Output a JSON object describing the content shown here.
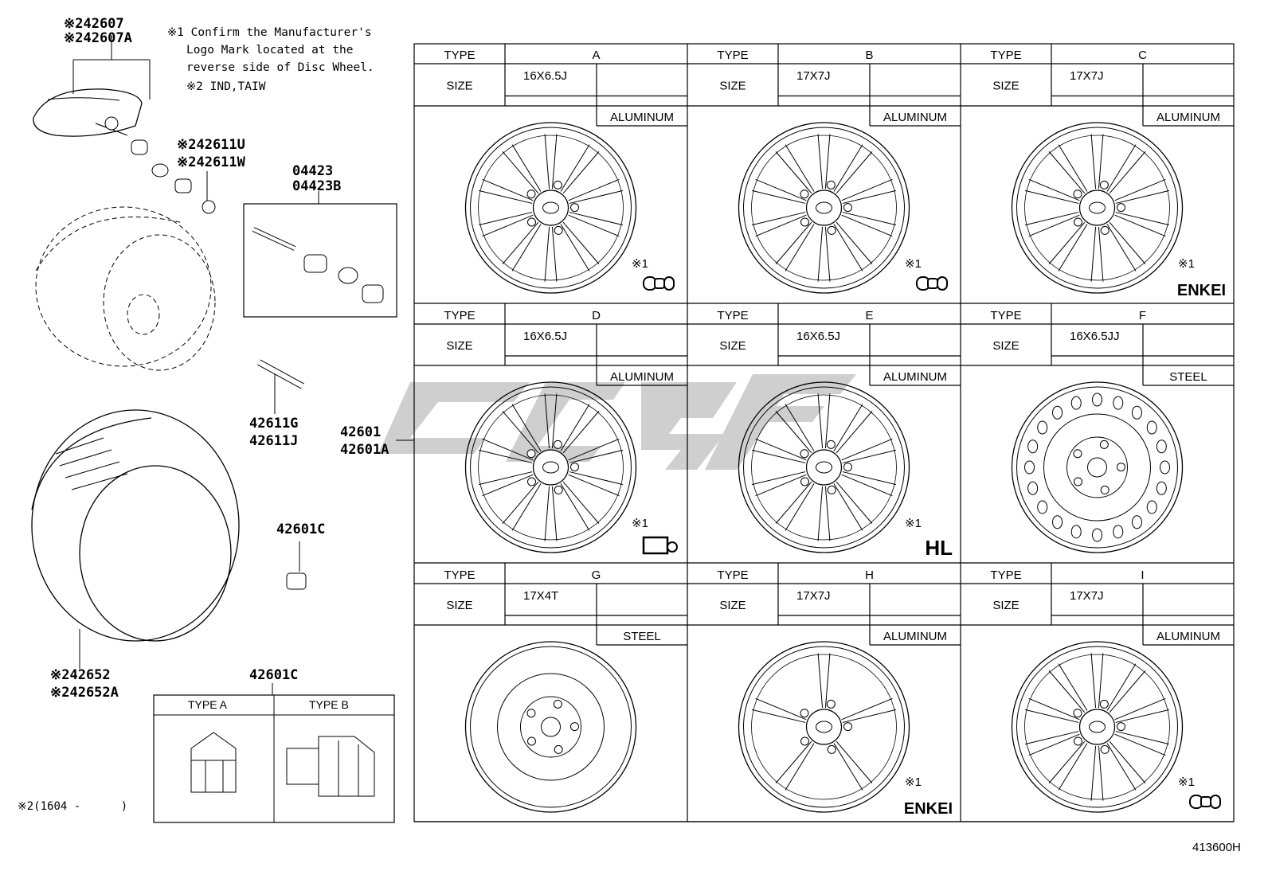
{
  "notes": {
    "note1_line1": "※1 Confirm the Manufacturer's",
    "note1_line2": "Logo Mark located at the",
    "note1_line3": "reverse side of Disc Wheel.",
    "note2": "※2 IND,TAIW"
  },
  "parts": {
    "p42607": "※242607",
    "p42607A": "※242607A",
    "p42611U": "※242611U",
    "p42611W": "※242611W",
    "p04423": "04423",
    "p04423B": "04423B",
    "p42611G": "42611G",
    "p42611J": "42611J",
    "p42601": "42601",
    "p42601A": "42601A",
    "p42601C_a": "42601C",
    "p42601C_b": "42601C",
    "p42652": "※242652",
    "p42652A": "※242652A"
  },
  "nut_table": {
    "type_a": "TYPE A",
    "type_b": "TYPE B"
  },
  "footnote": "※2(1604 -      )",
  "diagram_code": "413600H",
  "wheel_table": {
    "type_label": "TYPE",
    "size_label": "SIZE",
    "cells": [
      {
        "type": "A",
        "size": "16X6.5J",
        "material": "ALUMINUM",
        "note": "※1",
        "logo": "valve-logo"
      },
      {
        "type": "B",
        "size": "17X7J",
        "material": "ALUMINUM",
        "note": "※1",
        "logo": "valve-logo"
      },
      {
        "type": "C",
        "size": "17X7J",
        "material": "ALUMINUM",
        "note": "※1",
        "logo": "ENKEI"
      },
      {
        "type": "D",
        "size": "16X6.5J",
        "material": "ALUMINUM",
        "note": "※1",
        "logo": "cap-logo"
      },
      {
        "type": "E",
        "size": "16X6.5J",
        "material": "ALUMINUM",
        "note": "※1",
        "logo": "HL"
      },
      {
        "type": "F",
        "size": "16X6.5JJ",
        "material": "STEEL",
        "note": "",
        "logo": ""
      },
      {
        "type": "G",
        "size": "17X4T",
        "material": "STEEL",
        "note": "",
        "logo": ""
      },
      {
        "type": "H",
        "size": "17X7J",
        "material": "ALUMINUM",
        "note": "※1",
        "logo": "ENKEI"
      },
      {
        "type": "I",
        "size": "17X7J",
        "material": "ALUMINUM",
        "note": "※1",
        "logo": "valve-logo"
      }
    ]
  },
  "colors": {
    "watermark": "#c8c8c8"
  }
}
